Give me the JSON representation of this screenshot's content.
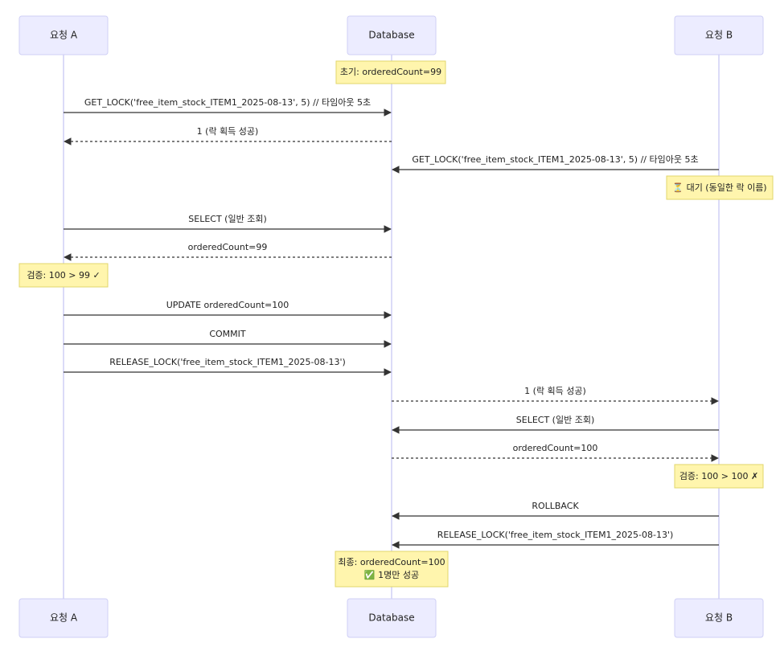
{
  "participants": {
    "a": "요청 A",
    "db": "Database",
    "b": "요청 B"
  },
  "notes": {
    "initial": "초기: orderedCount=99",
    "b_wait": "⏳ 대기 (동일한 락 이름)",
    "a_verify": "검증: 100 > 99 ✓",
    "b_verify": "검증: 100 > 100 ✗",
    "final_line1": "최종: orderedCount=100",
    "final_line2": "✅ 1명만 성공"
  },
  "messages": [
    {
      "text": "GET_LOCK('free_item_stock_ITEM1_2025-08-13', 5) // 타임아웃 5초",
      "from": "a",
      "to": "db",
      "dashed": false
    },
    {
      "text": "1 (락 획득 성공)",
      "from": "db",
      "to": "a",
      "dashed": true
    },
    {
      "text": "GET_LOCK('free_item_stock_ITEM1_2025-08-13', 5) // 타임아웃 5초",
      "from": "b",
      "to": "db",
      "dashed": false
    },
    {
      "text": "SELECT (일반 조회)",
      "from": "a",
      "to": "db",
      "dashed": false
    },
    {
      "text": "orderedCount=99",
      "from": "db",
      "to": "a",
      "dashed": true
    },
    {
      "text": "UPDATE orderedCount=100",
      "from": "a",
      "to": "db",
      "dashed": false
    },
    {
      "text": "COMMIT",
      "from": "a",
      "to": "db",
      "dashed": false
    },
    {
      "text": "RELEASE_LOCK('free_item_stock_ITEM1_2025-08-13')",
      "from": "a",
      "to": "db",
      "dashed": false
    },
    {
      "text": "1 (락 획득 성공)",
      "from": "db",
      "to": "b",
      "dashed": true
    },
    {
      "text": "SELECT (일반 조회)",
      "from": "b",
      "to": "db",
      "dashed": false
    },
    {
      "text": "orderedCount=100",
      "from": "db",
      "to": "b",
      "dashed": true
    },
    {
      "text": "ROLLBACK",
      "from": "b",
      "to": "db",
      "dashed": false
    },
    {
      "text": "RELEASE_LOCK('free_item_stock_ITEM1_2025-08-13')",
      "from": "b",
      "to": "db",
      "dashed": false
    }
  ]
}
